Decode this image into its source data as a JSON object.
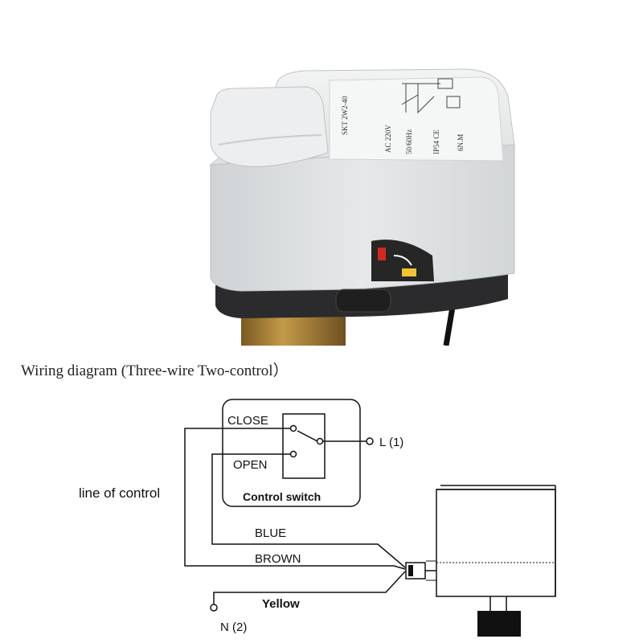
{
  "photo": {
    "label_lines": [
      "SKT 2W2-40",
      "AC 220V",
      "50/60Hz",
      "IP54 CE",
      "6N.M"
    ]
  },
  "title": "Wiring diagram (Three-wire Two-control）",
  "diagram": {
    "switch_close": "CLOSE",
    "switch_open": "OPEN",
    "switch_name": "Control switch",
    "terminal_l": "L (1)",
    "terminal_n": "N (2)",
    "line_of_control": "line of control",
    "wire_blue": "BLUE",
    "wire_brown": "BROWN",
    "wire_yellow": "Yellow"
  }
}
